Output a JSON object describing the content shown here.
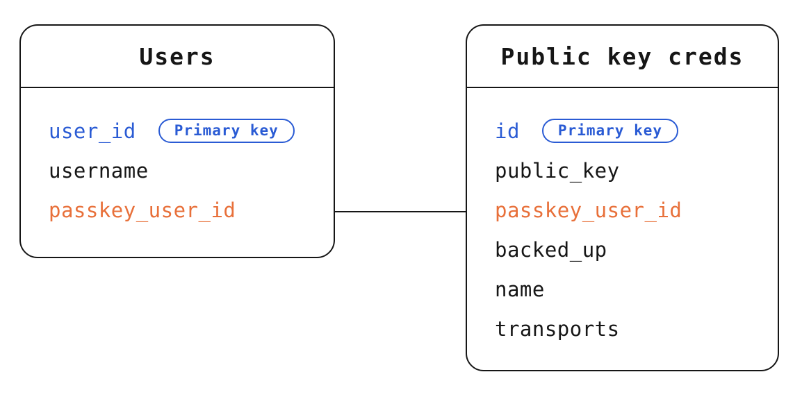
{
  "colors": {
    "line": "#161616",
    "text": "#161616",
    "blue": "#2a5bd4",
    "orange": "#e8703a",
    "background": "#ffffff"
  },
  "diagram_type": "entity-relationship",
  "tables": [
    {
      "title": "Users",
      "fields": [
        {
          "label": "user_id",
          "color": "#2a5bd4",
          "badge": "Primary key"
        },
        {
          "label": "username",
          "color": "#161616"
        },
        {
          "label": "passkey_user_id",
          "color": "#e8703a"
        }
      ]
    },
    {
      "title": "Public key creds",
      "fields": [
        {
          "label": "id",
          "color": "#2a5bd4",
          "badge": "Primary key"
        },
        {
          "label": "public_key",
          "color": "#161616"
        },
        {
          "label": "passkey_user_id",
          "color": "#e8703a"
        },
        {
          "label": "backed_up",
          "color": "#161616"
        },
        {
          "label": "name",
          "color": "#161616"
        },
        {
          "label": "transports",
          "color": "#161616"
        }
      ]
    }
  ],
  "relationship": {
    "from_table": "Users",
    "from_field": "passkey_user_id",
    "to_table": "Public key creds",
    "to_field": "passkey_user_id"
  }
}
